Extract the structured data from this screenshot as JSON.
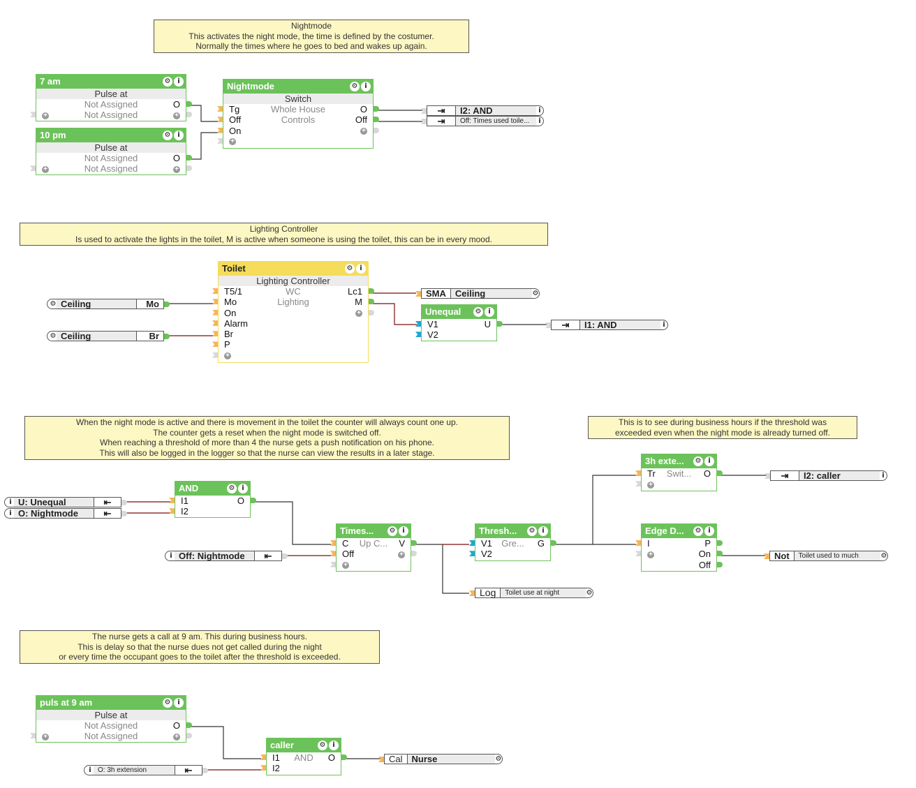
{
  "notes": [
    {
      "id": "nightmode-note",
      "text": "Nightmode\nThis activates the night mode, the time is defined by the costumer.\nNormally the times where he goes to bed and wakes up again."
    },
    {
      "id": "lighting-note",
      "text": "Lighting Controller\nIs used to activate the lights in the toilet, M is active when someone is using the toilet, this can be in every mood."
    },
    {
      "id": "counter-note",
      "text": "When the night mode is active and there is movement in the toilet the counter will always count one up.\nThe counter gets a reset when the night mode is switched off.\nWhen reaching a threshold of more than 4 the nurse gets a push notification on his phone.\nThis will also be logged in the logger so that the nurse can view the results in a later stage."
    },
    {
      "id": "business-note",
      "text": "This is to see during business hours if the threshold was\nexceeded even when the night mode is already turned off."
    },
    {
      "id": "call-note",
      "text": "The nurse gets a call at 9 am. This during business hours.\nThis is delay so that the nurse dues not get called during the night\nor every time the occupant goes to the toilet after the threshold is exceeded."
    }
  ],
  "blocks": {
    "pulse7": {
      "title": "7 am",
      "type": "Pulse at",
      "rows": [
        {
          "c": "Not Assigned",
          "r": "O"
        },
        {
          "c": "Not Assigned"
        }
      ]
    },
    "pulse10": {
      "title": "10 pm",
      "type": "Pulse at",
      "rows": [
        {
          "c": "Not Assigned",
          "r": "O"
        },
        {
          "c": "Not Assigned"
        }
      ]
    },
    "nightmode": {
      "title": "Nightmode",
      "type": "Switch",
      "rows": [
        {
          "l": "Tg",
          "c": "Whole House",
          "r": "O"
        },
        {
          "l": "Off",
          "c": "Controls",
          "r": "Off"
        },
        {
          "l": "On"
        }
      ]
    },
    "toilet": {
      "title": "Toilet",
      "type": "Lighting Controller",
      "rows": [
        {
          "l": "T5/1",
          "c": "WC",
          "r": "Lc1"
        },
        {
          "l": "Mo",
          "c": "Lighting",
          "r": "M"
        },
        {
          "l": "On"
        },
        {
          "l": "Alarm"
        },
        {
          "l": "Br"
        },
        {
          "l": "P"
        }
      ]
    },
    "unequal": {
      "title": "Unequal",
      "rows": [
        {
          "l": "V1",
          "r": "U"
        },
        {
          "l": "V2"
        }
      ]
    },
    "and": {
      "title": "AND",
      "rows": [
        {
          "l": "I1",
          "r": "O"
        },
        {
          "l": "I2"
        }
      ]
    },
    "times": {
      "title": "Times...",
      "rows": [
        {
          "l": "C",
          "c": "Up C...",
          "r": "V"
        },
        {
          "l": "Off"
        }
      ]
    },
    "thresh": {
      "title": "Thresh...",
      "rows": [
        {
          "l": "V1",
          "c": "Gre...",
          "r": "G"
        },
        {
          "l": "V2"
        }
      ]
    },
    "ext3h": {
      "title": "3h exte...",
      "rows": [
        {
          "l": "Tr",
          "c": "Swit...",
          "r": "O"
        }
      ]
    },
    "edge": {
      "title": "Edge D...",
      "rows": [
        {
          "l": "I",
          "r": "P"
        },
        {
          "r": "On"
        },
        {
          "r": "Off"
        }
      ]
    },
    "puls9": {
      "title": "puls at 9 am",
      "type": "Pulse at",
      "rows": [
        {
          "c": "Not Assigned",
          "r": "O"
        },
        {
          "c": "Not Assigned"
        }
      ]
    },
    "caller": {
      "title": "caller",
      "rows": [
        {
          "l": "I1",
          "c": "AND",
          "r": "O"
        },
        {
          "l": "I2"
        }
      ]
    }
  },
  "refs": {
    "i2and": {
      "label": "I2: AND"
    },
    "offTimes": {
      "label": "Off: Times used toile..."
    },
    "ceilingMo": {
      "name": "Ceiling",
      "port": "Mo"
    },
    "ceilingBr": {
      "name": "Ceiling",
      "port": "Br"
    },
    "smaCeiling": {
      "tag": "SMA",
      "name": "Ceiling"
    },
    "i1and": {
      "label": "I1: AND"
    },
    "uUnequal": {
      "label": "U: Unequal"
    },
    "oNightmode": {
      "label": "O: Nightmode"
    },
    "offNightmode": {
      "label": "Off: Nightmode"
    },
    "log": {
      "tag": "Log",
      "name": "Toilet use at night"
    },
    "i2caller": {
      "label": "I2: caller"
    },
    "not": {
      "tag": "Not",
      "name": "Toilet used to much"
    },
    "o3h": {
      "label": "O: 3h extension"
    },
    "cal": {
      "tag": "Cal",
      "name": "Nurse"
    }
  },
  "icons": {
    "gear": "⚙",
    "info": "i",
    "plus": "+",
    "in": "⇥",
    "out": "⇤"
  },
  "colors": {
    "block": "#6cc25a",
    "block_yellow": "#f5dc5a",
    "note_bg": "#fdf7c3",
    "input_pin": "#f5b55a",
    "value_pin": "#1ba8d8",
    "wire": "#333333",
    "wire_dark_red": "#7a0f0f"
  }
}
